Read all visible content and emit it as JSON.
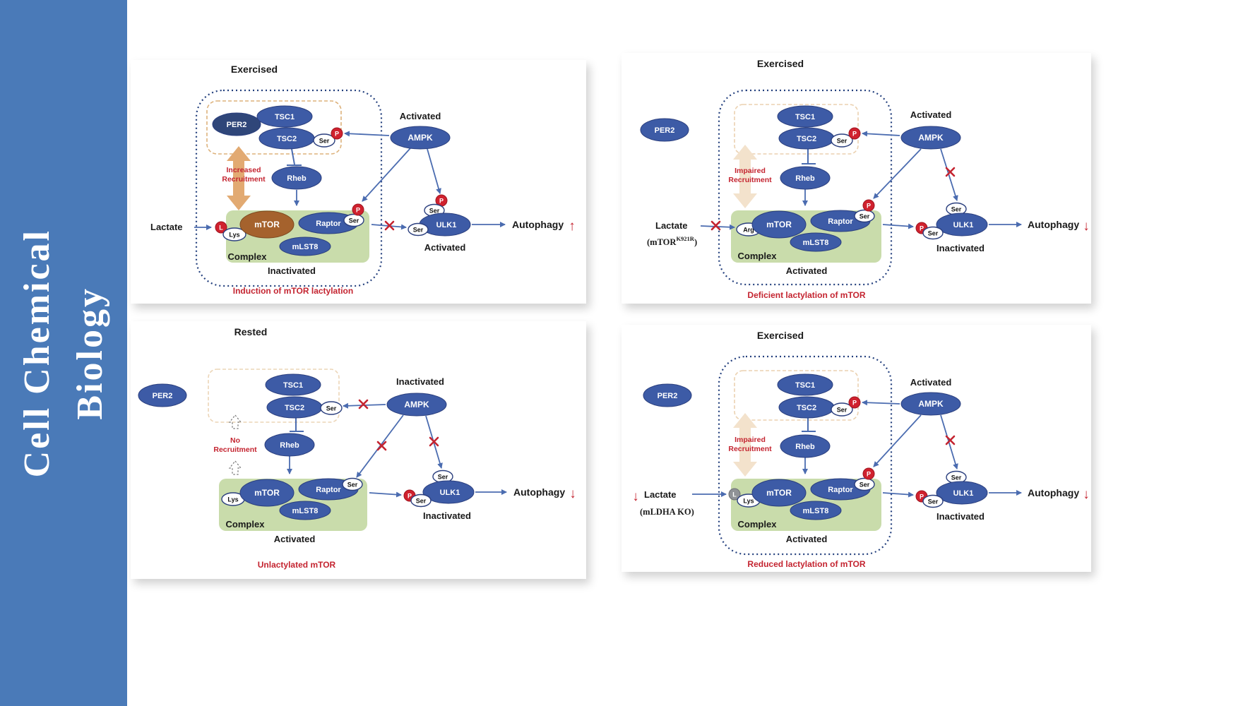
{
  "journal": {
    "line1": "Cell Chemical",
    "line2": "Biology"
  },
  "colors": {
    "sidebar_blue": "#4a7ab8",
    "node_blue": "#3d5ba6",
    "per2_navy": "#2f4679",
    "mtor_brown": "#a5622d",
    "complex_green": "#c9dcab",
    "phospho_red": "#d0212e",
    "accent_red": "#c42430",
    "arrow_blue": "#4b6cb0",
    "recruit_tan": "#e2aa72"
  },
  "panels": [
    {
      "title": "Exercised",
      "caption": "Induction of mTOR lactylation",
      "labels": {
        "per2": "PER2",
        "tsc1": "TSC1",
        "tsc2": "TSC2",
        "ser": "Ser",
        "p": "P",
        "ampk": "AMPK",
        "ampk_state": "Activated",
        "recruit1": "Increased",
        "recruit2": "Recruitment",
        "rheb": "Rheb",
        "lactate": "Lactate",
        "l": "L",
        "lys": "Lys",
        "mtor": "mTOR",
        "raptor": "Raptor",
        "mlst8": "mLST8",
        "complex": "Complex",
        "complex_state": "Inactivated",
        "ulk1": "ULK1",
        "ulk1_state": "Activated",
        "autophagy": "Autophagy",
        "autophagy_dir": "↑"
      }
    },
    {
      "title": "Exercised",
      "caption": "Deficient lactylation of mTOR",
      "labels": {
        "per2": "PER2",
        "tsc1": "TSC1",
        "tsc2": "TSC2",
        "ser": "Ser",
        "p": "P",
        "ampk": "AMPK",
        "ampk_state": "Activated",
        "recruit1": "Impaired",
        "recruit2": "Recruitment",
        "rheb": "Rheb",
        "lactate": "Lactate",
        "mutant_pre": "(mTOR",
        "mutant_sup": "K921R",
        "mutant_post": ")",
        "arg": "Arg",
        "mtor": "mTOR",
        "raptor": "Raptor",
        "mlst8": "mLST8",
        "complex": "Complex",
        "complex_state": "Activated",
        "ulk1": "ULK1",
        "ulk1_state": "Inactivated",
        "autophagy": "Autophagy",
        "autophagy_dir": "↓"
      }
    },
    {
      "title": "Rested",
      "caption": "Unlactylated mTOR",
      "labels": {
        "per2": "PER2",
        "tsc1": "TSC1",
        "tsc2": "TSC2",
        "ser": "Ser",
        "p": "P",
        "ampk": "AMPK",
        "ampk_state": "Inactivated",
        "recruit1": "No",
        "recruit2": "Recruitment",
        "rheb": "Rheb",
        "lys": "Lys",
        "mtor": "mTOR",
        "raptor": "Raptor",
        "mlst8": "mLST8",
        "complex": "Complex",
        "complex_state": "Activated",
        "ulk1": "ULK1",
        "ulk1_state": "Inactivated",
        "autophagy": "Autophagy",
        "autophagy_dir": "↓"
      }
    },
    {
      "title": "Exercised",
      "caption": "Reduced lactylation of mTOR",
      "labels": {
        "per2": "PER2",
        "tsc1": "TSC1",
        "tsc2": "TSC2",
        "ser": "Ser",
        "p": "P",
        "ampk": "AMPK",
        "ampk_state": "Activated",
        "recruit1": "Impaired",
        "recruit2": "Recruitment",
        "rheb": "Rheb",
        "lactate_dir": "↓",
        "lactate": "Lactate",
        "ko": "(mLDHA KO)",
        "l": "L",
        "lys": "Lys",
        "mtor": "mTOR",
        "raptor": "Raptor",
        "mlst8": "mLST8",
        "complex": "Complex",
        "complex_state": "Activated",
        "ulk1": "ULK1",
        "ulk1_state": "Inactivated",
        "autophagy": "Autophagy",
        "autophagy_dir": "↓"
      }
    }
  ]
}
